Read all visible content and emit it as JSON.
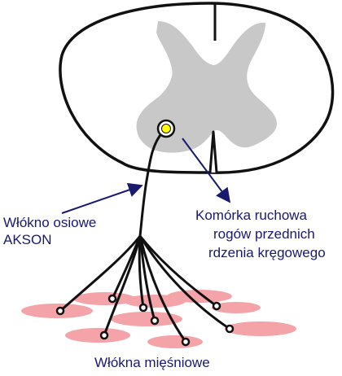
{
  "labels": {
    "axon_line1": "Włókno osiowe",
    "axon_line2": "AKSON",
    "motor_cell_line1": "Komórka ruchowa",
    "motor_cell_line2": "rogów przednich",
    "motor_cell_line3": "rdzenia kręgowego",
    "muscle_fibers": "Włókna mięśniowe"
  },
  "colors": {
    "outline": "#111111",
    "grey_matter": "#c8c8c8",
    "label_text": "#191970",
    "arrow": "#191970",
    "neuron_body": "#ffff00",
    "muscle_fiber": "#f4a3a8"
  }
}
